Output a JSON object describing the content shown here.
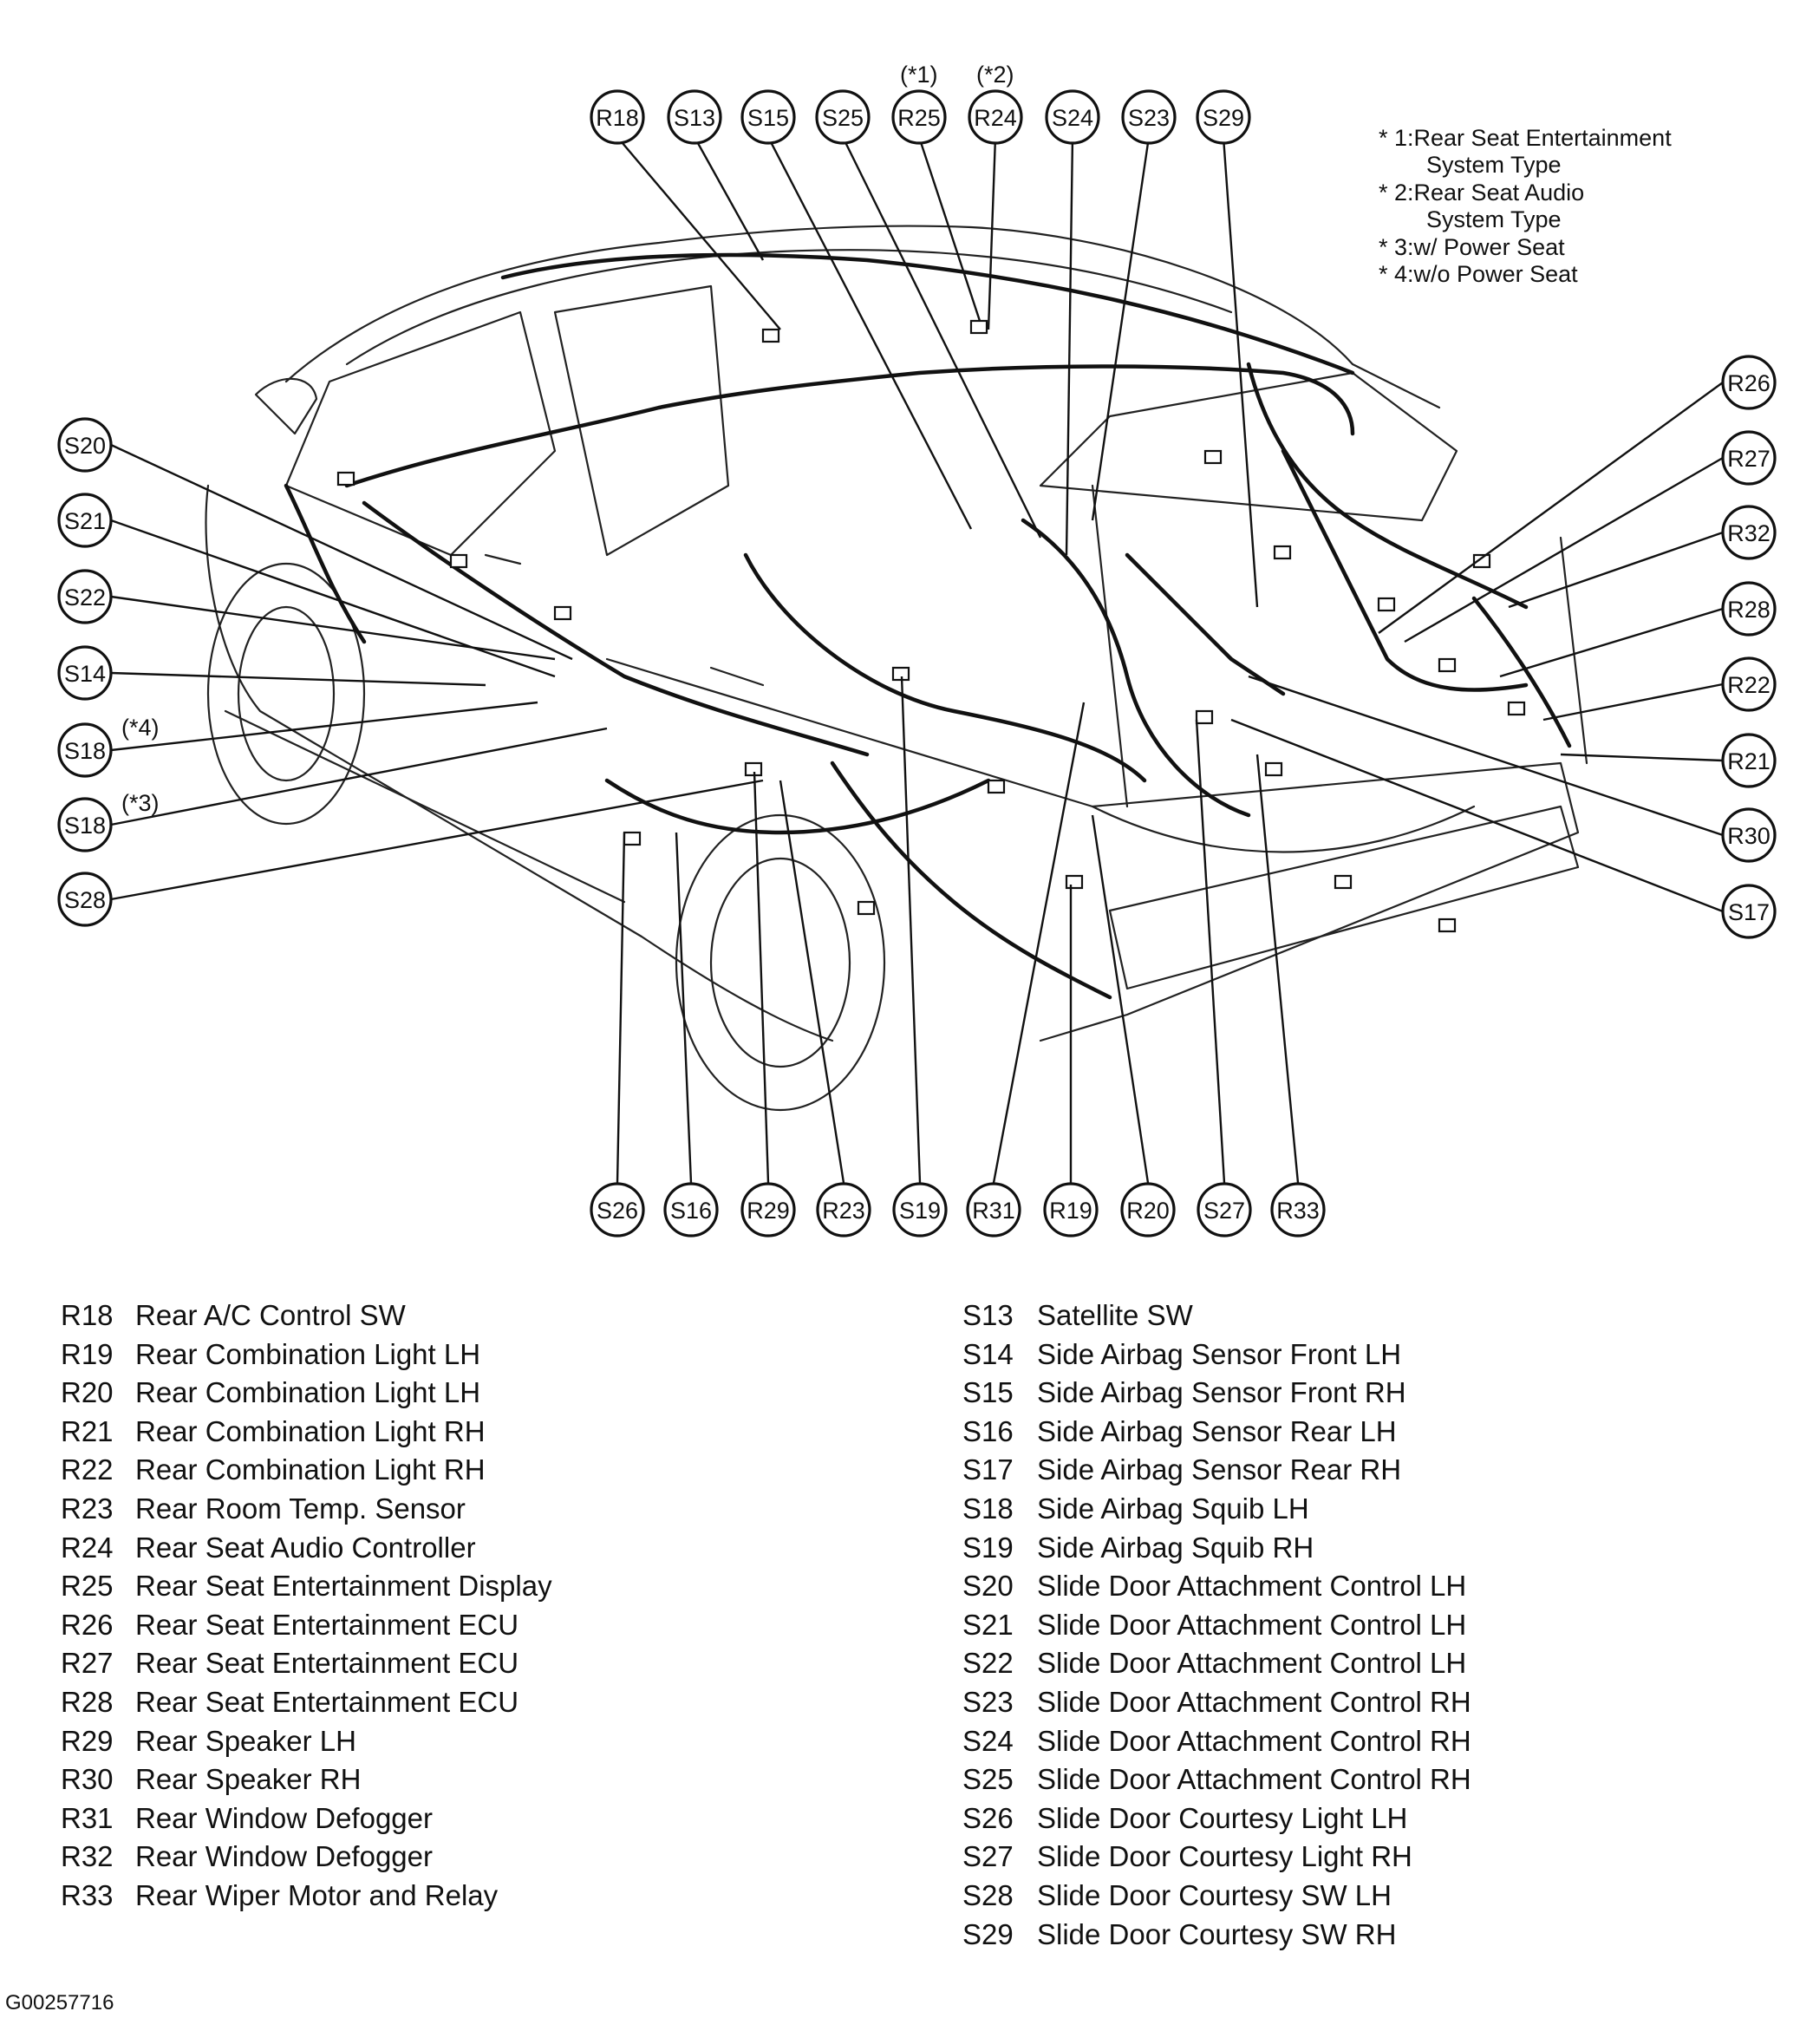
{
  "notes": [
    {
      "marker": "* 1:",
      "text": "Rear Seat Entertainment",
      "text2": "System Type"
    },
    {
      "marker": "* 2:",
      "text": "Rear Seat Audio",
      "text2": "System Type"
    },
    {
      "marker": "* 3:",
      "text": "w/ Power Seat",
      "text2": ""
    },
    {
      "marker": "* 4:",
      "text": "w/o Power Seat",
      "text2": ""
    }
  ],
  "callouts": {
    "top": [
      "R18",
      "S13",
      "S15",
      "S25",
      "R25",
      "R24",
      "S24",
      "S23",
      "S29"
    ],
    "top_tags": {
      "R25": "(*1)",
      "R24": "(*2)"
    },
    "left": [
      "S20",
      "S21",
      "S22",
      "S14",
      "S18",
      "S18",
      "S28"
    ],
    "left_tags": {
      "s18a": "(*4)",
      "s18b": "(*3)"
    },
    "right": [
      "R26",
      "R27",
      "R32",
      "R28",
      "R22",
      "R21",
      "R30",
      "S17"
    ],
    "bottom": [
      "S26",
      "S16",
      "R29",
      "R23",
      "S19",
      "R31",
      "R19",
      "R20",
      "S27",
      "R33"
    ]
  },
  "legend_left": [
    {
      "code": "R18",
      "name": "Rear A/C Control SW"
    },
    {
      "code": "R19",
      "name": "Rear Combination Light LH"
    },
    {
      "code": "R20",
      "name": "Rear Combination Light LH"
    },
    {
      "code": "R21",
      "name": "Rear Combination Light RH"
    },
    {
      "code": "R22",
      "name": "Rear Combination Light RH"
    },
    {
      "code": "R23",
      "name": "Rear Room Temp. Sensor"
    },
    {
      "code": "R24",
      "name": "Rear Seat Audio Controller"
    },
    {
      "code": "R25",
      "name": "Rear Seat Entertainment Display"
    },
    {
      "code": "R26",
      "name": "Rear Seat Entertainment ECU"
    },
    {
      "code": "R27",
      "name": "Rear Seat Entertainment ECU"
    },
    {
      "code": "R28",
      "name": "Rear Seat Entertainment ECU"
    },
    {
      "code": "R29",
      "name": "Rear Speaker LH"
    },
    {
      "code": "R30",
      "name": "Rear Speaker RH"
    },
    {
      "code": "R31",
      "name": "Rear Window Defogger"
    },
    {
      "code": "R32",
      "name": "Rear Window Defogger"
    },
    {
      "code": "R33",
      "name": "Rear Wiper Motor and Relay"
    }
  ],
  "legend_right": [
    {
      "code": "S13",
      "name": "Satellite SW"
    },
    {
      "code": "S14",
      "name": "Side Airbag Sensor Front LH"
    },
    {
      "code": "S15",
      "name": "Side Airbag Sensor Front RH"
    },
    {
      "code": "S16",
      "name": "Side Airbag Sensor Rear LH"
    },
    {
      "code": "S17",
      "name": "Side Airbag Sensor Rear RH"
    },
    {
      "code": "S18",
      "name": "Side Airbag Squib LH"
    },
    {
      "code": "S19",
      "name": "Side Airbag Squib RH"
    },
    {
      "code": "S20",
      "name": "Slide Door Attachment Control LH"
    },
    {
      "code": "S21",
      "name": "Slide Door Attachment Control LH"
    },
    {
      "code": "S22",
      "name": "Slide Door Attachment Control LH"
    },
    {
      "code": "S23",
      "name": "Slide Door Attachment Control RH"
    },
    {
      "code": "S24",
      "name": "Slide Door Attachment Control RH"
    },
    {
      "code": "S25",
      "name": "Slide Door Attachment Control RH"
    },
    {
      "code": "S26",
      "name": "Slide Door Courtesy Light LH"
    },
    {
      "code": "S27",
      "name": "Slide Door Courtesy Light RH"
    },
    {
      "code": "S28",
      "name": "Slide Door Courtesy SW LH"
    },
    {
      "code": "S29",
      "name": "Slide Door Courtesy SW RH"
    }
  ],
  "figure_id": "G00257716"
}
